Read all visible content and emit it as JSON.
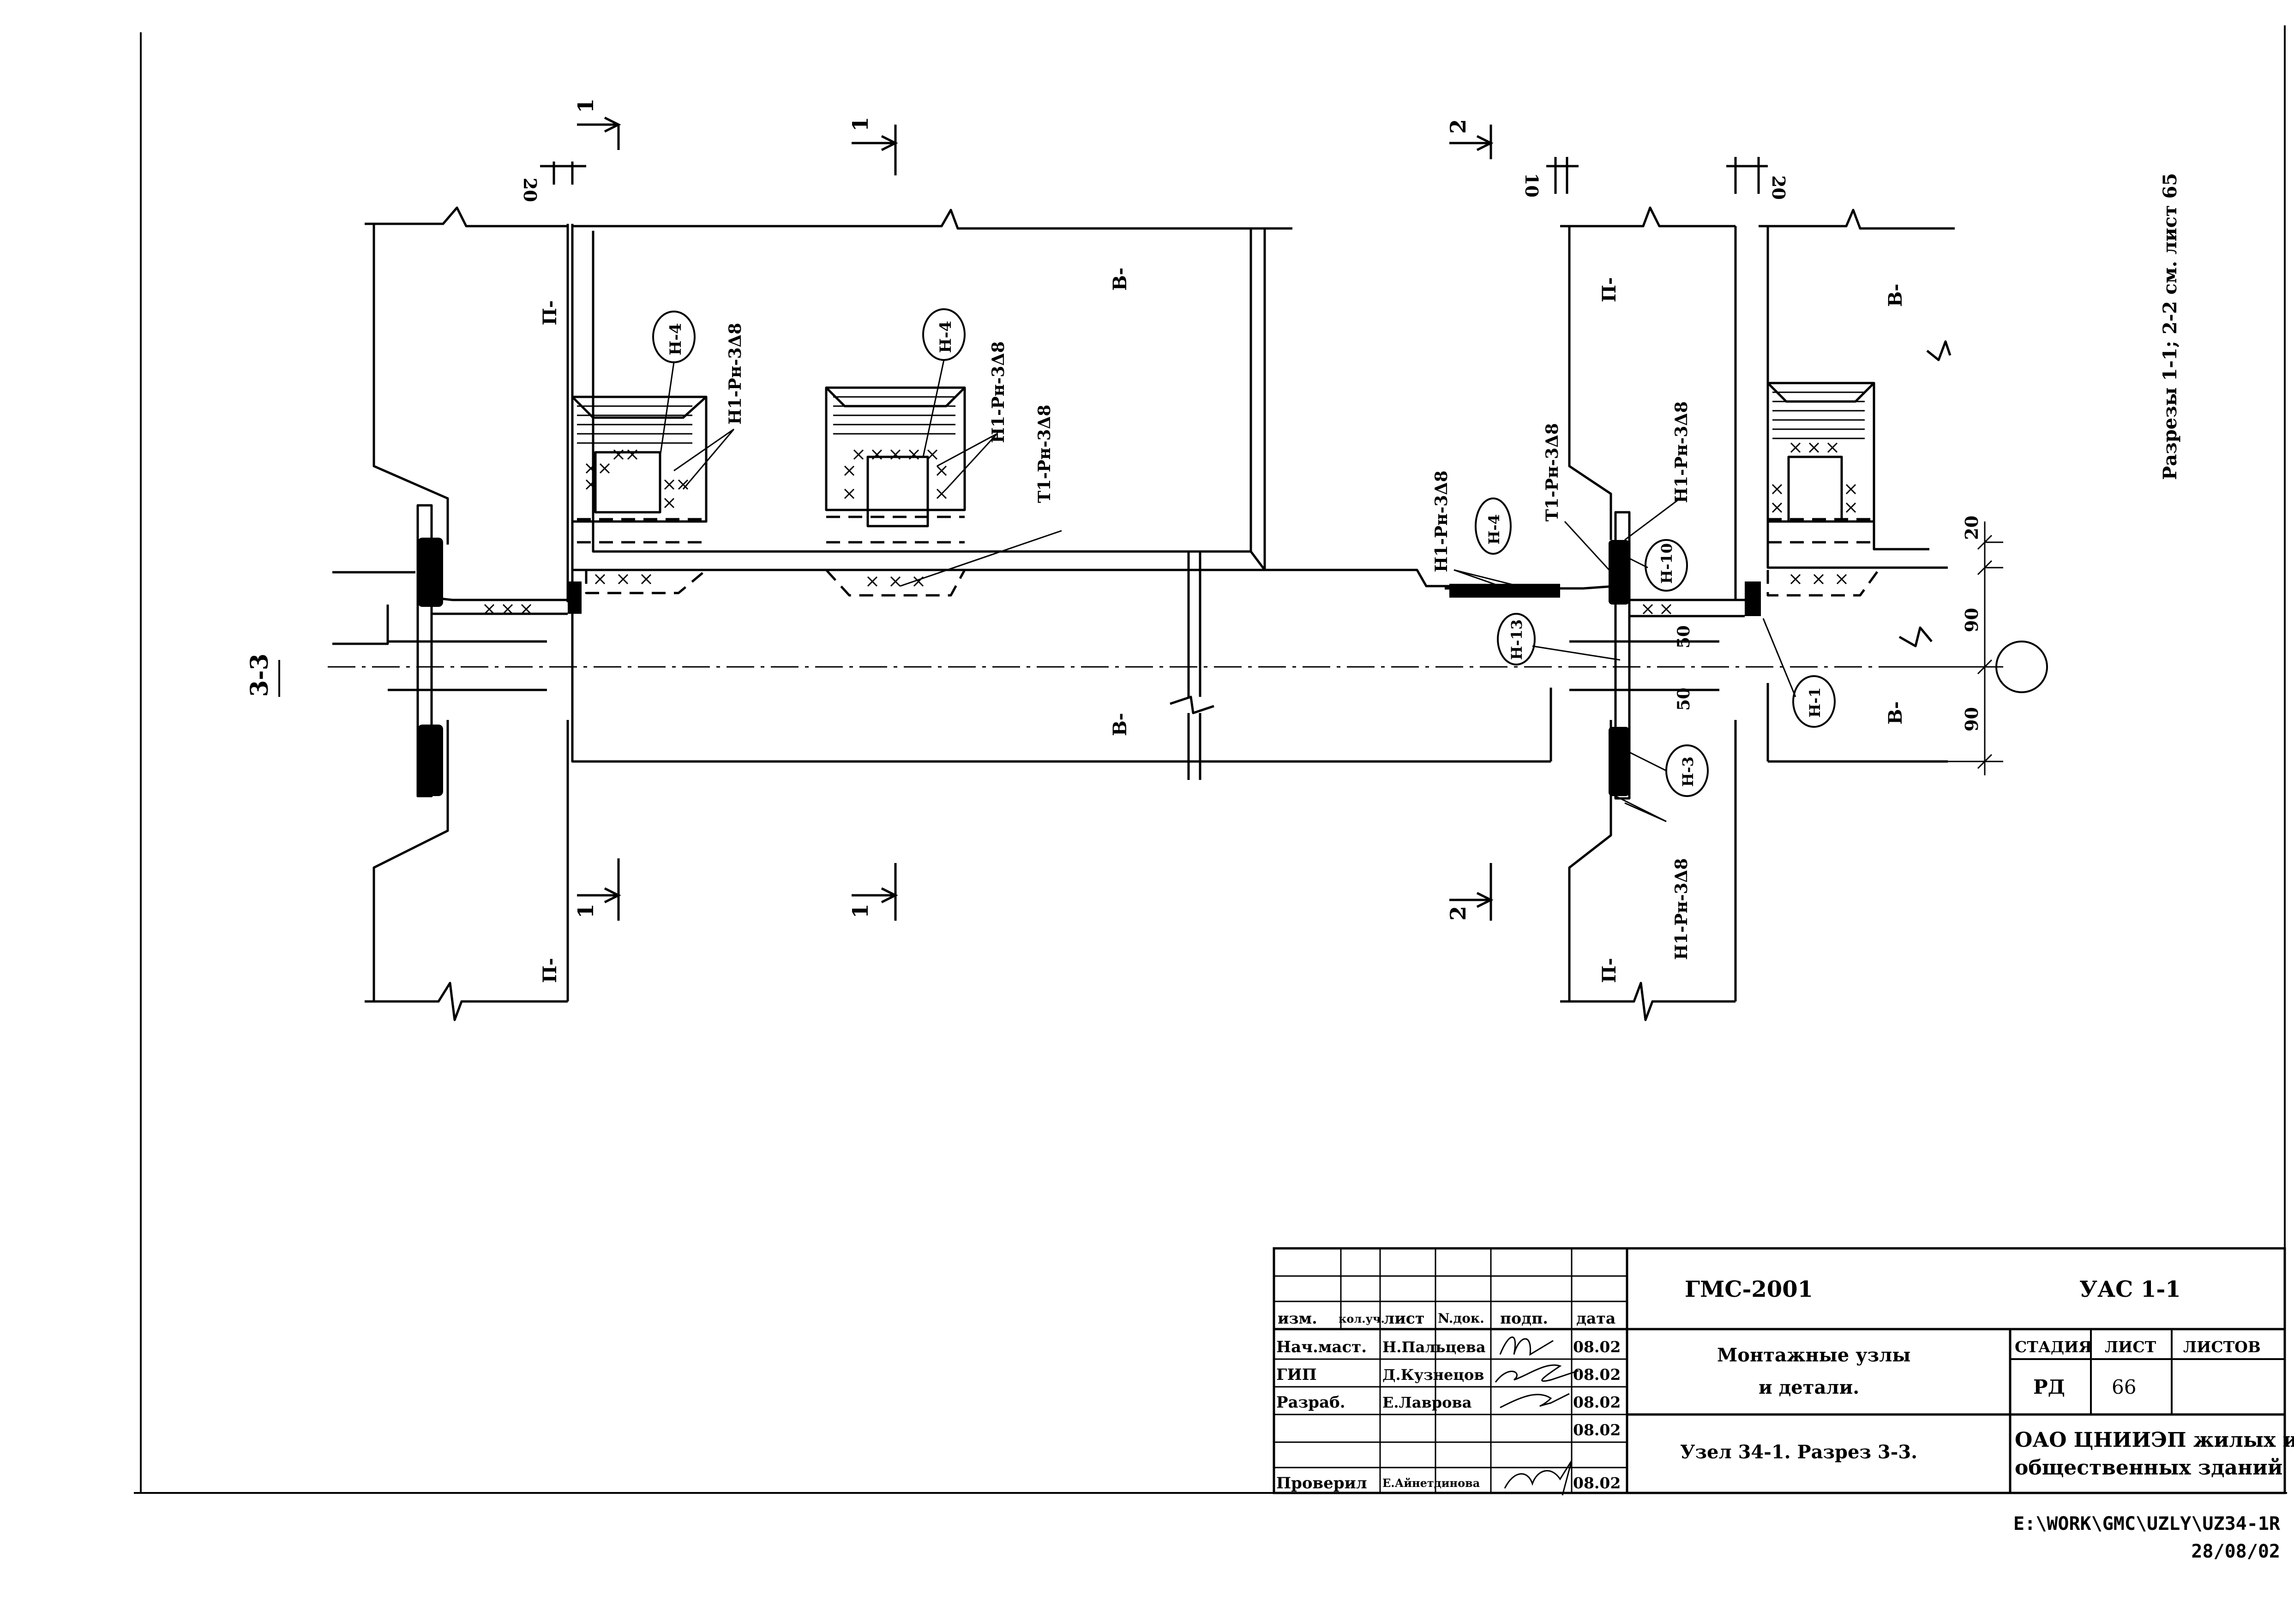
{
  "section_label": "3-3",
  "side_note": "Разрезы 1-1; 2-2 см. лист 65",
  "cuts": {
    "c1": "1",
    "c2": "2"
  },
  "dims": {
    "d20": "20",
    "d10": "10",
    "d90": "90",
    "d50": "50"
  },
  "zones": {
    "p": "П-",
    "v": "В-"
  },
  "callouts": {
    "n4": "Н-4",
    "n10": "Н-10",
    "n13": "Н-13",
    "n1": "Н-1",
    "n3": "Н-3"
  },
  "welds": {
    "h1": "Н1-Рн-3Δ8",
    "t1": "Т1-Рн-3Δ8"
  },
  "title_block": {
    "code": "ГМС-2001",
    "sheet_code": "УАС 1-1",
    "header": [
      "изм.",
      "кол.уч.",
      "лист",
      "N.док.",
      "подп.",
      "дата"
    ],
    "rows": [
      {
        "role": "Нач.маст.",
        "name": "Н.Пальцева",
        "date": "08.02"
      },
      {
        "role": "ГИП",
        "name": "Д.Кузнецов",
        "date": "08.02"
      },
      {
        "role": "Разраб.",
        "name": "Е.Лаврова",
        "date": "08.02"
      },
      {
        "role": "",
        "name": "",
        "date": "08.02"
      },
      {
        "role": "Проверил",
        "name": "Е.Айнетдинова",
        "date": "08.02"
      }
    ],
    "title_line1": "Монтажные узлы",
    "title_line2": "и детали.",
    "subtitle": "Узел 34-1. Разрез 3-3.",
    "stage_label": "СТАДИЯ",
    "sheet_label": "ЛИСТ",
    "sheets_label": "ЛИСТОВ",
    "stage": "РД",
    "sheet": "66",
    "org_line1": "ОАО ЦНИИЭП жилых и",
    "org_line2": "общественных зданий"
  },
  "file_path": "E:\\WORK\\GMC\\UZLY\\UZ34-1R",
  "file_date": "28/08/02"
}
